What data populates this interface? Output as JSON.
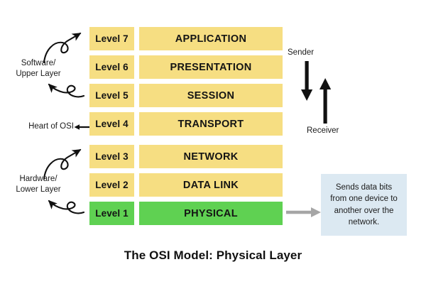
{
  "diagram": {
    "title": "The OSI Model: Physical Layer",
    "colors": {
      "layer_yellow": "#F6DE82",
      "highlight_green": "#5FD152",
      "callout_blue": "#DCE9F2",
      "callout_arrow_gray": "#A6A6A6",
      "text_black": "#141414",
      "background": "#FFFFFF"
    },
    "layers": [
      {
        "level": "Level 7",
        "name": "APPLICATION",
        "color": "yellow"
      },
      {
        "level": "Level 6",
        "name": "PRESENTATION",
        "color": "yellow"
      },
      {
        "level": "Level 5",
        "name": "SESSION",
        "color": "yellow"
      },
      {
        "level": "Level 4",
        "name": "TRANSPORT",
        "color": "yellow"
      },
      {
        "level": "Level 3",
        "name": "NETWORK",
        "color": "yellow"
      },
      {
        "level": "Level 2",
        "name": "DATA LINK",
        "color": "yellow"
      },
      {
        "level": "Level 1",
        "name": "PHYSICAL",
        "color": "green"
      }
    ],
    "annotations": {
      "software_group": "Software/\nUpper Layer",
      "hardware_group": "Hardware/\nLower Layer",
      "heart_of_osi": "Heart of OSI",
      "sender": "Sender",
      "receiver": "Receiver"
    },
    "callout": {
      "text": "Sends data bits from one device to another over the network."
    }
  }
}
